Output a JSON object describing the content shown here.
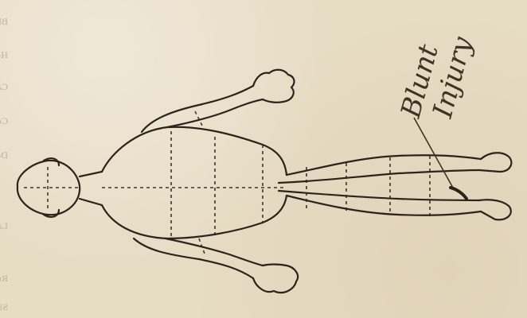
{
  "form": {
    "background_color": "#e7dcc4",
    "show_through_lines": [
      "Blood Pressure: ...",
      "Head and Blood vessels",
      "Cause of Condition ...",
      "Course: ...",
      "Death: ...",
      "Later: ...",
      "Remarks: ...",
      "Signed: ..."
    ]
  },
  "annotation": {
    "line1": "Blunt",
    "line2": "Injury",
    "ink_color": "#3f3326"
  },
  "diagram": {
    "subject": "body-outline-chart",
    "pen_color": "#2b241d"
  }
}
